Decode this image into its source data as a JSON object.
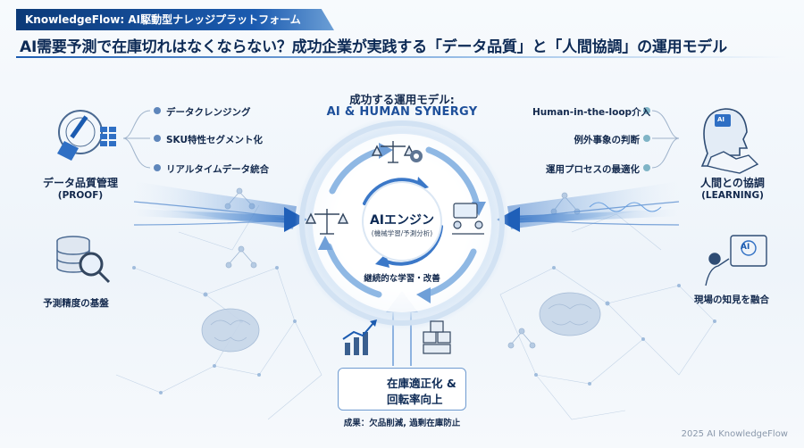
{
  "header": {
    "tag": "KnowledgeFlow: AI駆動型ナレッジプラットフォーム",
    "headline": "AI需要予測で在庫切れはなくならない？成功企業が実践する「データ品質」と「人間協調」の運用モデル"
  },
  "left": {
    "items": [
      "データクレンジング",
      "SKU特性セグメント化",
      "リアルタイムデータ統合"
    ],
    "title": "データ品質管理",
    "subtitle": "(PROOF)",
    "foundation": "予測精度の基盤"
  },
  "center": {
    "title": "成功する運用モデル:",
    "subtitle": "AI & HUMAN SYNERGY",
    "engine_title": "AIエンジン",
    "engine_sub": "(機械学習/予測分析)",
    "loop_label": "継続的な学習・改善"
  },
  "right": {
    "items": [
      "Human-in-the-loop介入",
      "例外事象の判断",
      "運用プロセスの最適化"
    ],
    "title": "人間との協調",
    "subtitle": "(LEARNING)",
    "knowledge": "現場の知見を融合",
    "screen_text": "AI"
  },
  "result": {
    "line1": "在庫適正化 &",
    "line2": "回転率向上",
    "note": "成果：欠品削減, 過剰在庫防止"
  },
  "footer": "2025 AI KnowledgeFlow",
  "colors": {
    "navy": "#0d2a55",
    "accent_blue": "#1b5bb0",
    "light_blue": "#8fb8e4",
    "arrow_blue": "#2f6fc4"
  }
}
